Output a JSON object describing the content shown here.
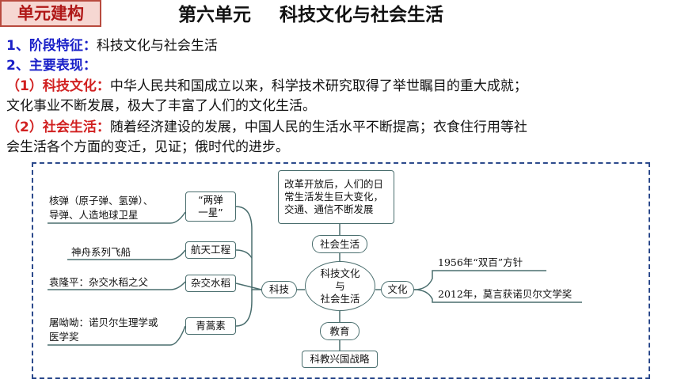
{
  "header": {
    "tag": "单元建构",
    "unit": "第六单元",
    "title": "科技文化与社会生活"
  },
  "intro": {
    "line1_prefix": "1、阶段特征：",
    "line1_text": "科技文化与社会生活",
    "line2_prefix": "2、主要表现：",
    "p1_prefix": "（1）科技文化：",
    "p1_text_a": "中华人民共和国成立以来，科学技术研究取得了举世瞩目的重大成就；",
    "p1_text_b": "文化事业不断发展，极大了丰富了人们的文化生活。",
    "p2_prefix": "（2）社会生活：",
    "p2_text_a": "随着经济建设的发展，中国人民的生活水平不断提高；衣食住行用等社",
    "p2_text_b": "会生活各个方面的变迁，见证；俄时代的进步。"
  },
  "mindmap": {
    "center": [
      "科技文化",
      "与",
      "社会生活"
    ],
    "science": "科技",
    "society": "社会生活",
    "society_desc": [
      "改革开放后，人们的日",
      "常生活发生巨大变化，",
      "交通、通信不断发展"
    ],
    "culture": "文化",
    "culture_items": [
      "1956年“双百”方针",
      "2012年，莫言获诺贝尔文学奖"
    ],
    "education": "教育",
    "education_item": "科教兴国战略",
    "branches": [
      {
        "node": [
          "“两弹",
          "一星”"
        ],
        "desc": [
          "核弹（原子弹、氢弹）、",
          "导弹、人造地球卫星"
        ]
      },
      {
        "node": [
          "航天工程"
        ],
        "desc": [
          "神舟系列飞船"
        ]
      },
      {
        "node": [
          "杂交水稻"
        ],
        "desc": [
          "袁隆平：杂交水稻之父"
        ]
      },
      {
        "node": [
          "青蒿素"
        ],
        "desc": [
          "屠呦呦：诺贝尔生理学或",
          "医学奖"
        ]
      }
    ]
  }
}
